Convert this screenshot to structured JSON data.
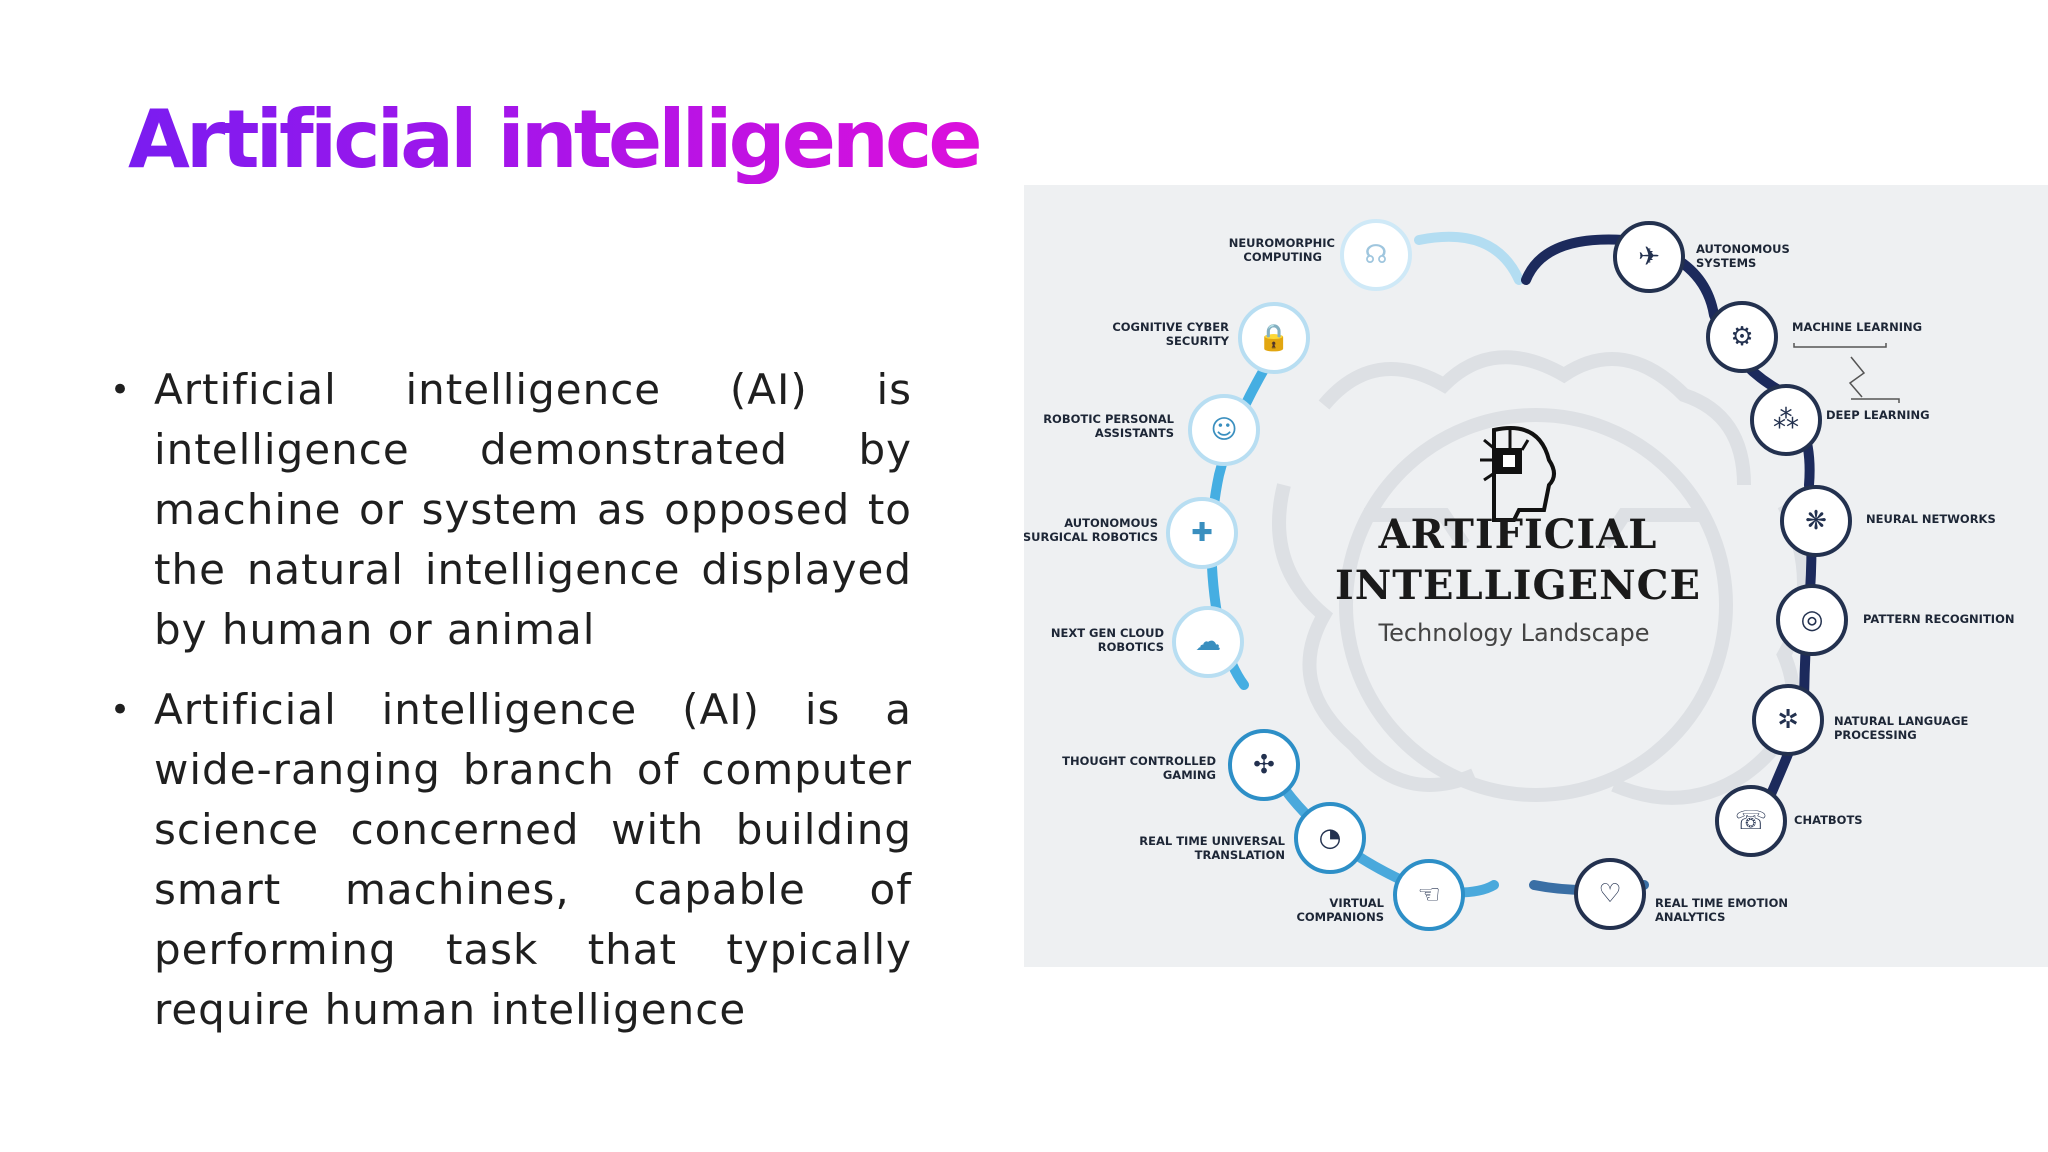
{
  "slide": {
    "title": "Artificial intelligence",
    "bullets": [
      "Artificial intelligence (AI) is intelligence demonstrated by machine or system as opposed to the natural intelligence displayed by human or animal",
      "Artificial intelligence (AI) is a wide-ranging branch of computer science concerned with building smart machines, capable of performing task that typically require human intelligence"
    ]
  },
  "infographic": {
    "title_line1": "ARTIFICIAL",
    "title_line2": "INTELLIGENCE",
    "subtitle": "Technology Landscape",
    "left_nodes": [
      {
        "l1": "NEUROMORPHIC",
        "l2": "COMPUTING",
        "icon": "brain-icon"
      },
      {
        "l1": "COGNITIVE CYBER",
        "l2": "SECURITY",
        "icon": "lock-brain-icon"
      },
      {
        "l1": "ROBOTIC PERSONAL",
        "l2": "ASSISTANTS",
        "icon": "robot-face-icon"
      },
      {
        "l1": "AUTONOMOUS",
        "l2": "SURGICAL ROBOTICS",
        "icon": "surgical-robot-icon"
      },
      {
        "l1": "NEXT GEN CLOUD",
        "l2": "ROBOTICS",
        "icon": "cloud-robot-icon"
      },
      {
        "l1": "THOUGHT CONTROLLED",
        "l2": "GAMING",
        "icon": "gaming-icon"
      },
      {
        "l1": "REAL TIME UNIVERSAL",
        "l2": "TRANSLATION",
        "icon": "translation-icon"
      },
      {
        "l1": "VIRTUAL",
        "l2": "COMPANIONS",
        "icon": "hand-icon"
      }
    ],
    "right_nodes": [
      {
        "l1": "AUTONOMOUS",
        "l2": "SYSTEMS",
        "icon": "drone-icon"
      },
      {
        "l1": "MACHINE LEARNING",
        "l2": "",
        "icon": "lightbulb-gear-icon"
      },
      {
        "l1": "DEEP LEARNING",
        "l2": "",
        "icon": "network-dots-icon"
      },
      {
        "l1": "NEURAL NETWORKS",
        "l2": "",
        "icon": "neural-brain-icon"
      },
      {
        "l1": "PATTERN RECOGNITION",
        "l2": "",
        "icon": "fingerprint-icon"
      },
      {
        "l1": "NATURAL LANGUAGE",
        "l2": "PROCESSING",
        "icon": "head-gear-icon"
      },
      {
        "l1": "CHATBOTS",
        "l2": "",
        "icon": "chatbot-icon"
      },
      {
        "l1": "REAL TIME EMOTION",
        "l2": "ANALYTICS",
        "icon": "heart-icon"
      }
    ],
    "colors": {
      "left_arc": "#45aee2",
      "right_arc": "#1c2a5c",
      "node_border": "#23314f"
    }
  }
}
